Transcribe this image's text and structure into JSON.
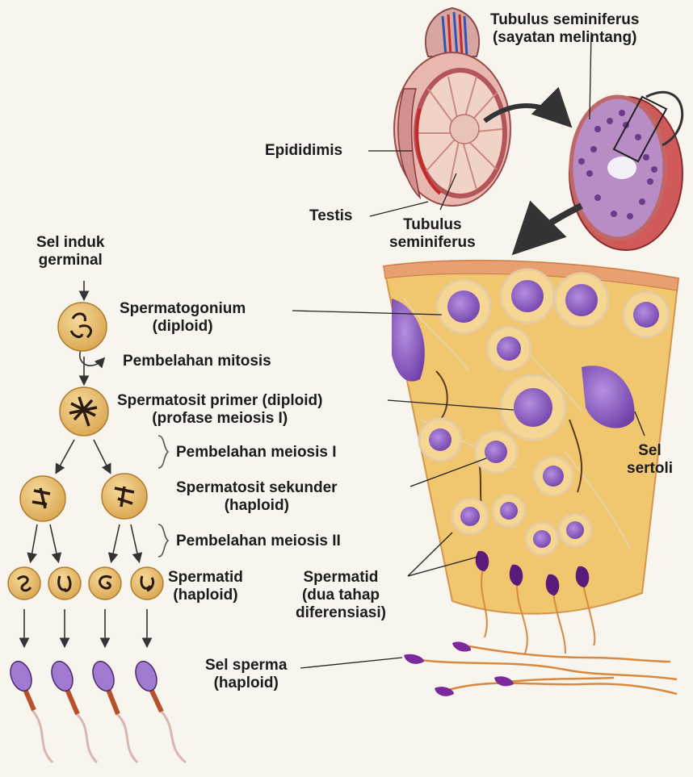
{
  "colors": {
    "background": "#f7f5ee",
    "cell_fill": "#e8bf6e",
    "tissue_fill": "#f0c66e",
    "nucleus": "#8a55b8",
    "tubule_edge": "#c94a56",
    "sperm_head": "#6b2a8c",
    "sperm_tail": "#d98840",
    "chromosome": "#2a1a10"
  },
  "labels": {
    "tubulus_cross_line1": "Tubulus seminiferus",
    "tubulus_cross_line2": "(sayatan melintang)",
    "epididimis": "Epididimis",
    "testis": "Testis",
    "tubulus_line1": "Tubulus",
    "tubulus_line2": "seminiferus",
    "sel_induk_line1": "Sel induk",
    "sel_induk_line2": "germinal",
    "spermatogonium_line1": "Spermatogonium",
    "spermatogonium_line2": "(diploid)",
    "mitosis": "Pembelahan mitosis",
    "spermatosit_primer_line1": "Spermatosit primer (diploid)",
    "spermatosit_primer_line2": "(profase meiosis I)",
    "meiosis1": "Pembelahan meiosis I",
    "spermatosit_sekunder_line1": "Spermatosit sekunder",
    "spermatosit_sekunder_line2": "(haploid)",
    "meiosis2": "Pembelahan meiosis II",
    "spermatid_left_line1": "Spermatid",
    "spermatid_left_line2": "(haploid)",
    "spermatid_right_line1": "Spermatid",
    "spermatid_right_line2": "(dua tahap",
    "spermatid_right_line3": "diferensiasi)",
    "sel_sertoli_line1": "Sel",
    "sel_sertoli_line2": "sertoli",
    "sel_sperma_line1": "Sel sperma",
    "sel_sperma_line2": "(haploid)"
  }
}
